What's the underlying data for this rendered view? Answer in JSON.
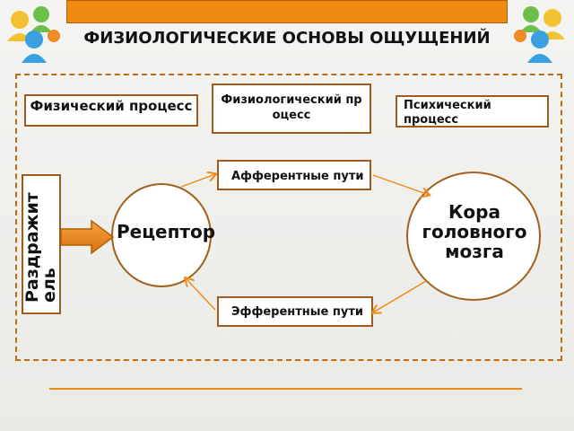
{
  "title": "ФИЗИОЛОГИЧЕСКИЕ ОСНОВЫ ОЩУЩЕНИЙ",
  "boxes": {
    "physical": "Физический процесс",
    "physiological": "Физиологический процесс",
    "psychic": "Психический процесс",
    "afferent": "Афферентные пути",
    "efferent": "Эфферентные пути"
  },
  "circles": {
    "receptor": "Рецептор",
    "cortex": "Кора головного мозга"
  },
  "stimulus": "Раздражитель",
  "colors": {
    "accent": "#ef8a12",
    "border": "#a05a1c"
  }
}
